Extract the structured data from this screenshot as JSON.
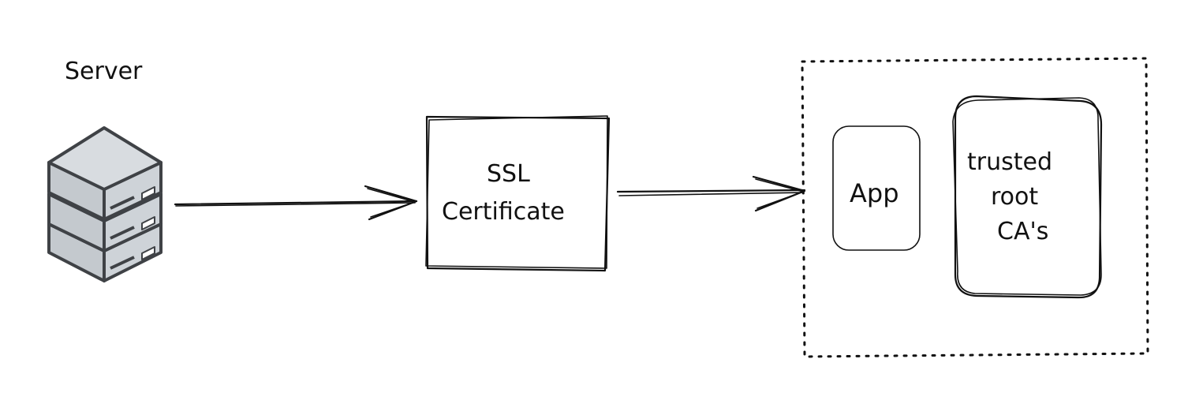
{
  "server": {
    "label": "Server",
    "icon": "server-rack-icon",
    "colors": {
      "face": "#ced3d8",
      "top": "#d8dce0",
      "outline": "#3f4246"
    }
  },
  "certificate": {
    "label_line1": "SSL",
    "label_line2": "Certificate"
  },
  "client_group": {
    "app_label": "App",
    "trust_store_line1": "trusted",
    "trust_store_line2": "root",
    "trust_store_line3": "CA's"
  },
  "colors": {
    "ink": "#111111",
    "background": "#ffffff"
  }
}
